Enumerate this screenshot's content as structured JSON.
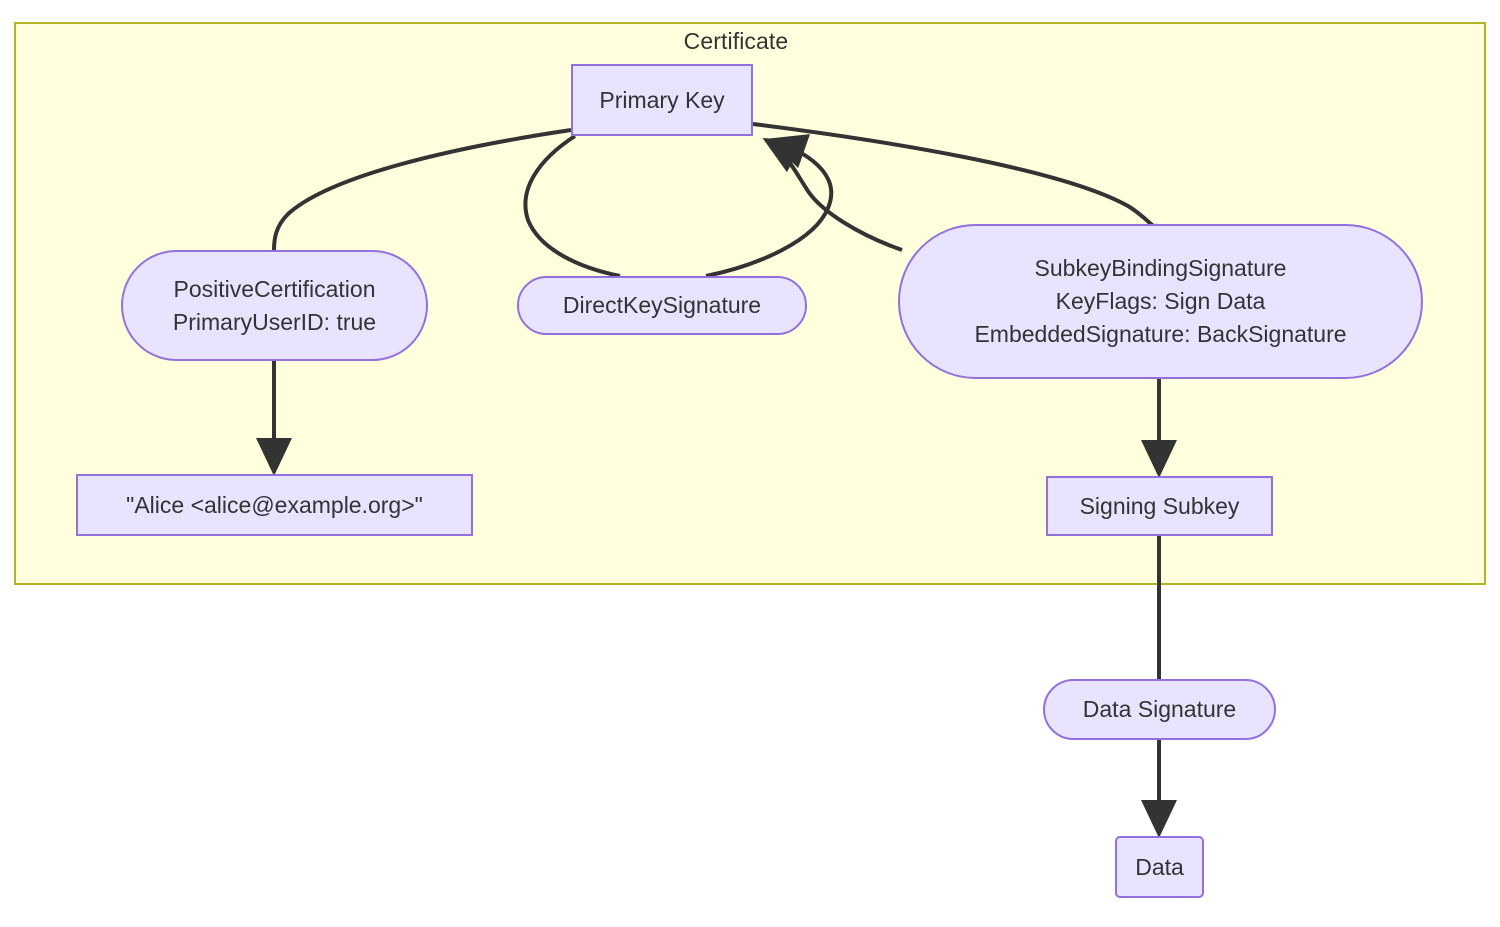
{
  "diagram": {
    "type": "flowchart",
    "direction": "top-down",
    "subgraph": {
      "id": "certificate",
      "title": "Certificate",
      "fill": "#ffffde",
      "stroke": "#b5b524"
    },
    "theme": {
      "node_fill": "#e8e4ff",
      "node_stroke": "#9370db",
      "text_color": "#333333",
      "edge_color": "#333333",
      "page_background": "#ffffff"
    },
    "nodes": [
      {
        "id": "primary-key",
        "shape": "rect",
        "lines": [
          "Primary Key"
        ]
      },
      {
        "id": "positive-cert",
        "shape": "stadium",
        "lines": [
          "PositiveCertification",
          "PrimaryUserID: true"
        ]
      },
      {
        "id": "direct-key",
        "shape": "stadium",
        "lines": [
          "DirectKeySignature"
        ]
      },
      {
        "id": "subkey-bind",
        "shape": "stadium",
        "lines": [
          "SubkeyBindingSignature",
          "KeyFlags: Sign Data",
          "EmbeddedSignature: BackSignature"
        ]
      },
      {
        "id": "alice-uid",
        "shape": "rect",
        "lines": [
          "\"Alice <alice@example.org>\""
        ]
      },
      {
        "id": "signing-sub",
        "shape": "rect",
        "lines": [
          "Signing Subkey"
        ]
      },
      {
        "id": "data-sig",
        "shape": "stadium",
        "lines": [
          "Data Signature"
        ]
      },
      {
        "id": "data",
        "shape": "round",
        "lines": [
          "Data"
        ]
      }
    ],
    "edges": [
      {
        "from": "primary-key",
        "to": "positive-cert",
        "arrow": false
      },
      {
        "from": "primary-key",
        "to": "direct-key",
        "arrow": false
      },
      {
        "from": "direct-key",
        "to": "primary-key",
        "arrow": true
      },
      {
        "from": "primary-key",
        "to": "subkey-bind",
        "arrow": false
      },
      {
        "from": "subkey-bind",
        "to": "primary-key",
        "arrow": true
      },
      {
        "from": "positive-cert",
        "to": "alice-uid",
        "arrow": true
      },
      {
        "from": "subkey-bind",
        "to": "signing-sub",
        "arrow": true
      },
      {
        "from": "signing-sub",
        "to": "data-sig",
        "arrow": false
      },
      {
        "from": "data-sig",
        "to": "data",
        "arrow": true
      }
    ]
  }
}
